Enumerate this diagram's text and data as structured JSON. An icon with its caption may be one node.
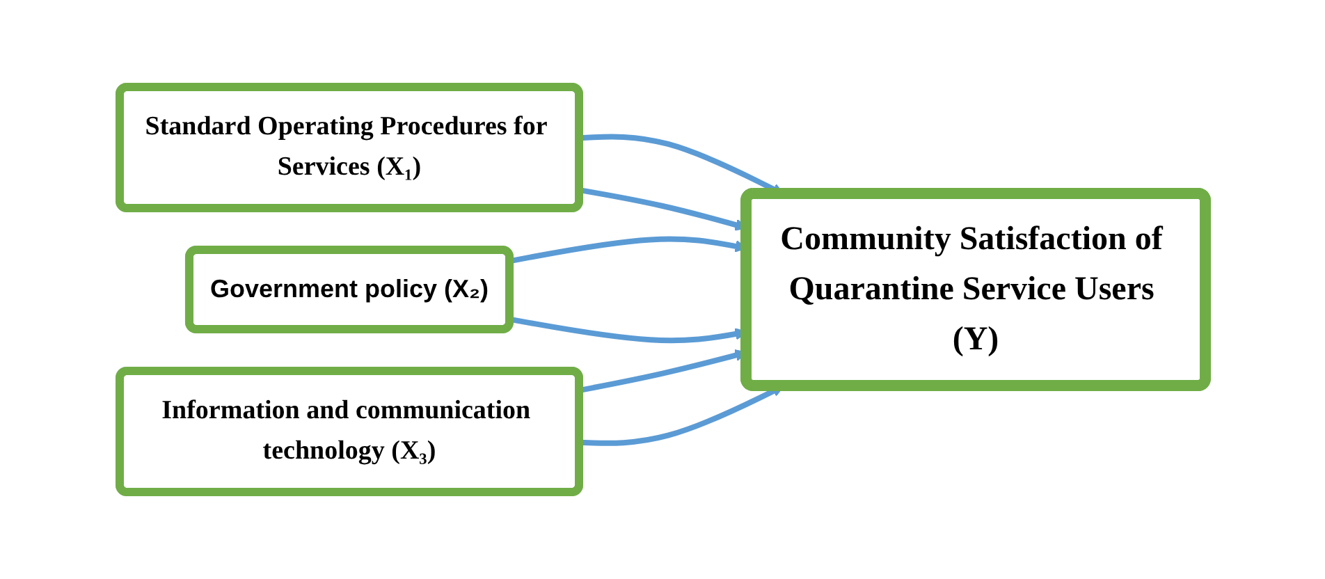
{
  "diagram": {
    "nodes": [
      {
        "text": [
          "Standard Operating Procedures for Services (X₁)"
        ]
      },
      {
        "text": [
          "Government policy (X₂)"
        ]
      },
      {
        "text": [
          "Information and communication technology (X₃)"
        ]
      },
      {
        "text": [
          "Community Satisfaction of Quarantine Service Users (Y)"
        ]
      }
    ],
    "edges": [
      {
        "from": 0,
        "to": 3,
        "arrow": "to"
      },
      {
        "from": 1,
        "to": 3,
        "arrow": "to"
      },
      {
        "from": 2,
        "to": 3,
        "arrow": "to"
      },
      {
        "from": 0,
        "to": 3,
        "arrow": "to"
      },
      {
        "from": 1,
        "to": 3,
        "arrow": "to"
      },
      {
        "from": 2,
        "to": 3,
        "arrow": "to"
      }
    ]
  }
}
